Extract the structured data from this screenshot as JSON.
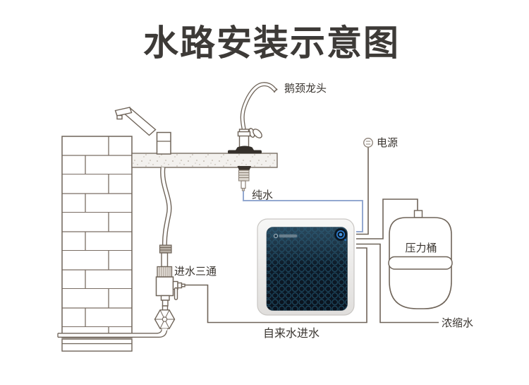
{
  "title": "水路安装示意图",
  "labels": {
    "goose_neck_faucet": "鹅颈龙头",
    "power": "电源",
    "pure_water": "纯水",
    "pressure_tank": "压力桶",
    "inlet_tee": "进水三通",
    "tap_water_inlet": "自来水进水",
    "concentrated_water": "浓缩水"
  },
  "colors": {
    "diagram_line": "#6f6459",
    "pure_water_line": "#93a8d0",
    "label_text": "#3a3530",
    "title_text": "#3d3a37",
    "device_panel": "#0b1623",
    "device_panel_ring": "#1e4a61",
    "indicator_blue": "#2d7fd4"
  },
  "icons": {
    "power_plug_icon": "circle with two horizontal bars",
    "device_indicator_button": "blue ring with center dot",
    "brand_logo": "small light logo strip on device panel"
  }
}
